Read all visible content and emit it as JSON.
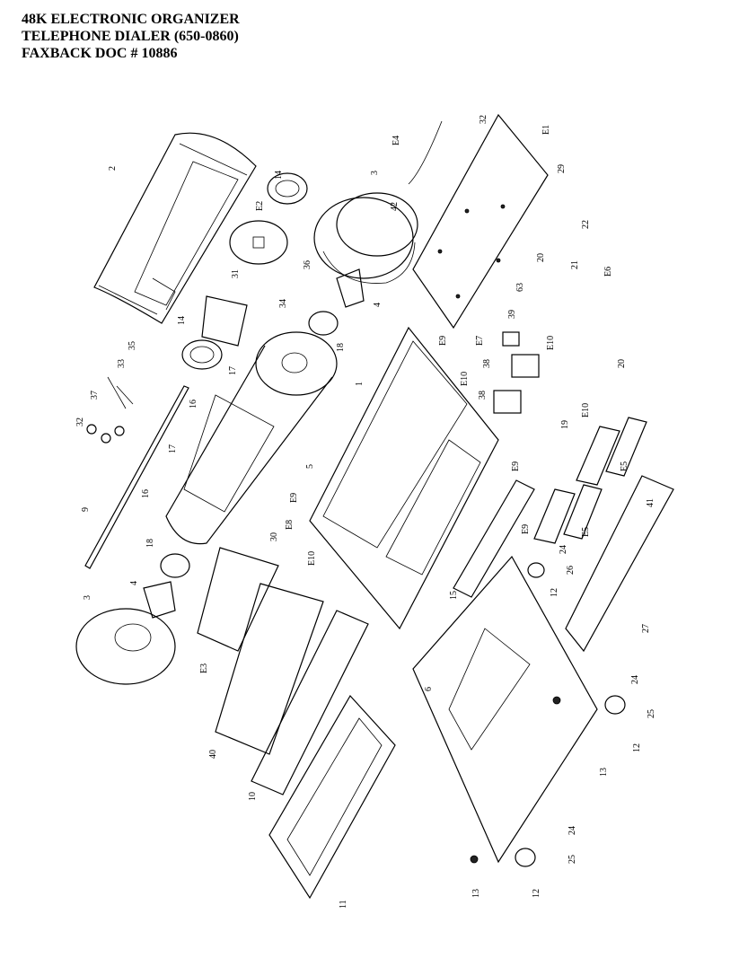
{
  "header": {
    "line1": "48K ELECTRONIC ORGANIZER",
    "line2": "TELEPHONE DIALER  (650-0860)",
    "line3": "FAXBACK DOC # 10886"
  },
  "callouts": {
    "c1": "1",
    "c2": "2",
    "c3a": "3",
    "c3b": "3",
    "c4a": "4",
    "c4b": "4",
    "c5": "5",
    "c6": "6",
    "c9": "9",
    "c10": "10",
    "c11": "11",
    "c12a": "12",
    "c12b": "12",
    "c12c": "12",
    "c13a": "13",
    "c13b": "13",
    "c14a": "14",
    "c14b": "14",
    "c15": "15",
    "c16a": "16",
    "c16b": "16",
    "c17a": "17",
    "c17b": "17",
    "c18a": "18",
    "c18b": "18",
    "c19": "19",
    "c20a": "20",
    "c20b": "20",
    "c21": "21",
    "c22": "22",
    "c24a": "24",
    "c24b": "24",
    "c24c": "24",
    "c25a": "25",
    "c25b": "25",
    "c26": "26",
    "c27": "27",
    "c29": "29",
    "c30": "30",
    "c31": "31",
    "c32a": "32",
    "c32b": "32",
    "c33": "33",
    "c34": "34",
    "c35": "35",
    "c36": "36",
    "c37": "37",
    "c38a": "38",
    "c38b": "38",
    "c39": "39",
    "c40": "40",
    "c41": "41",
    "c42": "42",
    "c63": "63",
    "e1": "E1",
    "e2": "E2",
    "e3": "E3",
    "e4": "E4",
    "e5a": "E5",
    "e5b": "E5",
    "e6": "E6",
    "e7": "E7",
    "e8": "E8",
    "e9a": "E9",
    "e9b": "E9",
    "e9c": "E9",
    "e9d": "E9",
    "e10a": "E10",
    "e10b": "E10",
    "e10c": "E10",
    "e10d": "E10"
  }
}
